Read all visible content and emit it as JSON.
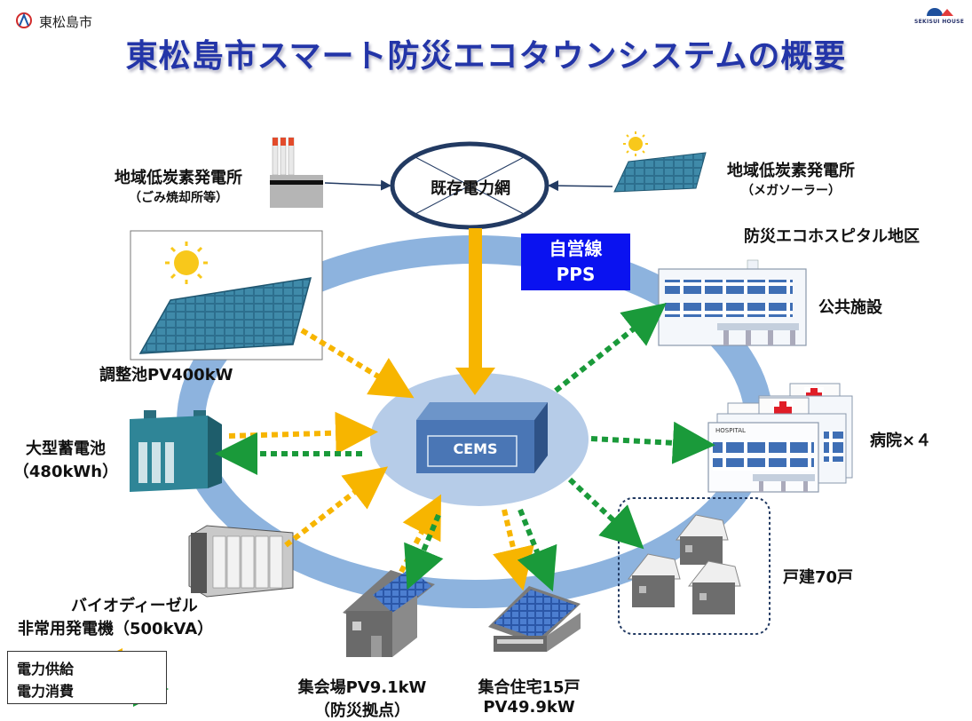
{
  "header": {
    "city_name": "東松島市",
    "title": "東松島市スマート防災エコタウンシステムの概要",
    "sekisui_label": "SEKISUI HOUSE"
  },
  "grid": {
    "label": "既存電力網"
  },
  "pps": {
    "line1": "自営線",
    "line2": "PPS"
  },
  "cems": {
    "label": "CEMS"
  },
  "sources": {
    "incinerator": {
      "label": "地域低炭素発電所",
      "sub": "（ごみ焼却所等）"
    },
    "mega_solar": {
      "label": "地域低炭素発電所",
      "sub": "（メガソーラー）"
    },
    "pond_pv": {
      "label": "調整池PV400kW"
    },
    "battery": {
      "label": "大型蓄電池",
      "sub": "（480kWh）"
    },
    "generator": {
      "label": "バイオディーゼル",
      "sub": "非常用発電機（500kVA）"
    }
  },
  "consumers": {
    "district": "防災エコホスピタル地区",
    "public": "公共施設",
    "hospital": "病院×４",
    "hospital_sign": "HOSPITAL",
    "houses": "戸建70戸",
    "hall": {
      "label": "集会場PV9.1kW",
      "sub": "（防災拠点）"
    },
    "apartment": {
      "label": "集合住宅15戸",
      "sub": "PV49.9kW"
    }
  },
  "legend": {
    "supply": "電力供給",
    "consume": "電力消費"
  },
  "colors": {
    "title": "#2335a8",
    "ring": "#8db3de",
    "supply_arrow": "#f7b500",
    "consume_arrow": "#1a9a3a",
    "pps_box": "#0a12f0",
    "cems_box": "#4a76b5"
  }
}
